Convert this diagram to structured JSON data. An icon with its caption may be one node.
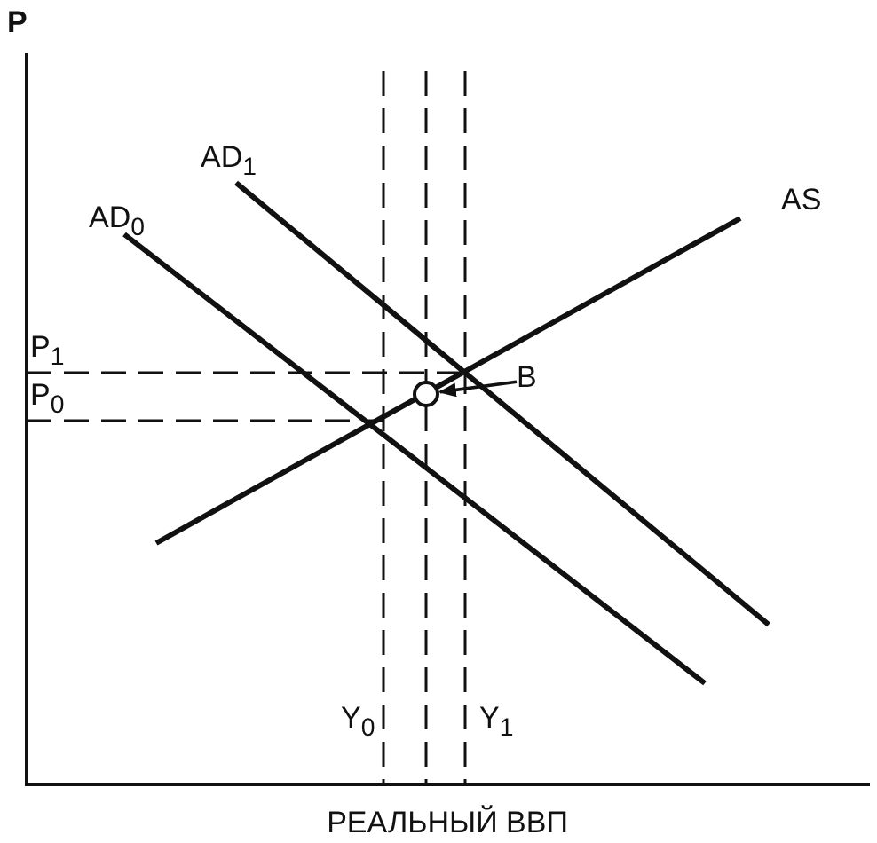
{
  "diagram": {
    "nodes": [
      {
        "text": [
          "B"
        ]
      },
      {
        "text": [],
        "shape": "circle"
      }
    ],
    "edges": [
      {
        "from": 0,
        "to": 1,
        "arrow": "to"
      }
    ],
    "labels": [
      "P",
      "AD$_{1}$",
      "AD$_{0}$",
      "AS",
      "P$_{1}$",
      "P$_{0}$",
      "Y$_{0}$",
      "Y$_{1}$",
      "РЕАЛЬНЫЙ ВВП"
    ]
  }
}
